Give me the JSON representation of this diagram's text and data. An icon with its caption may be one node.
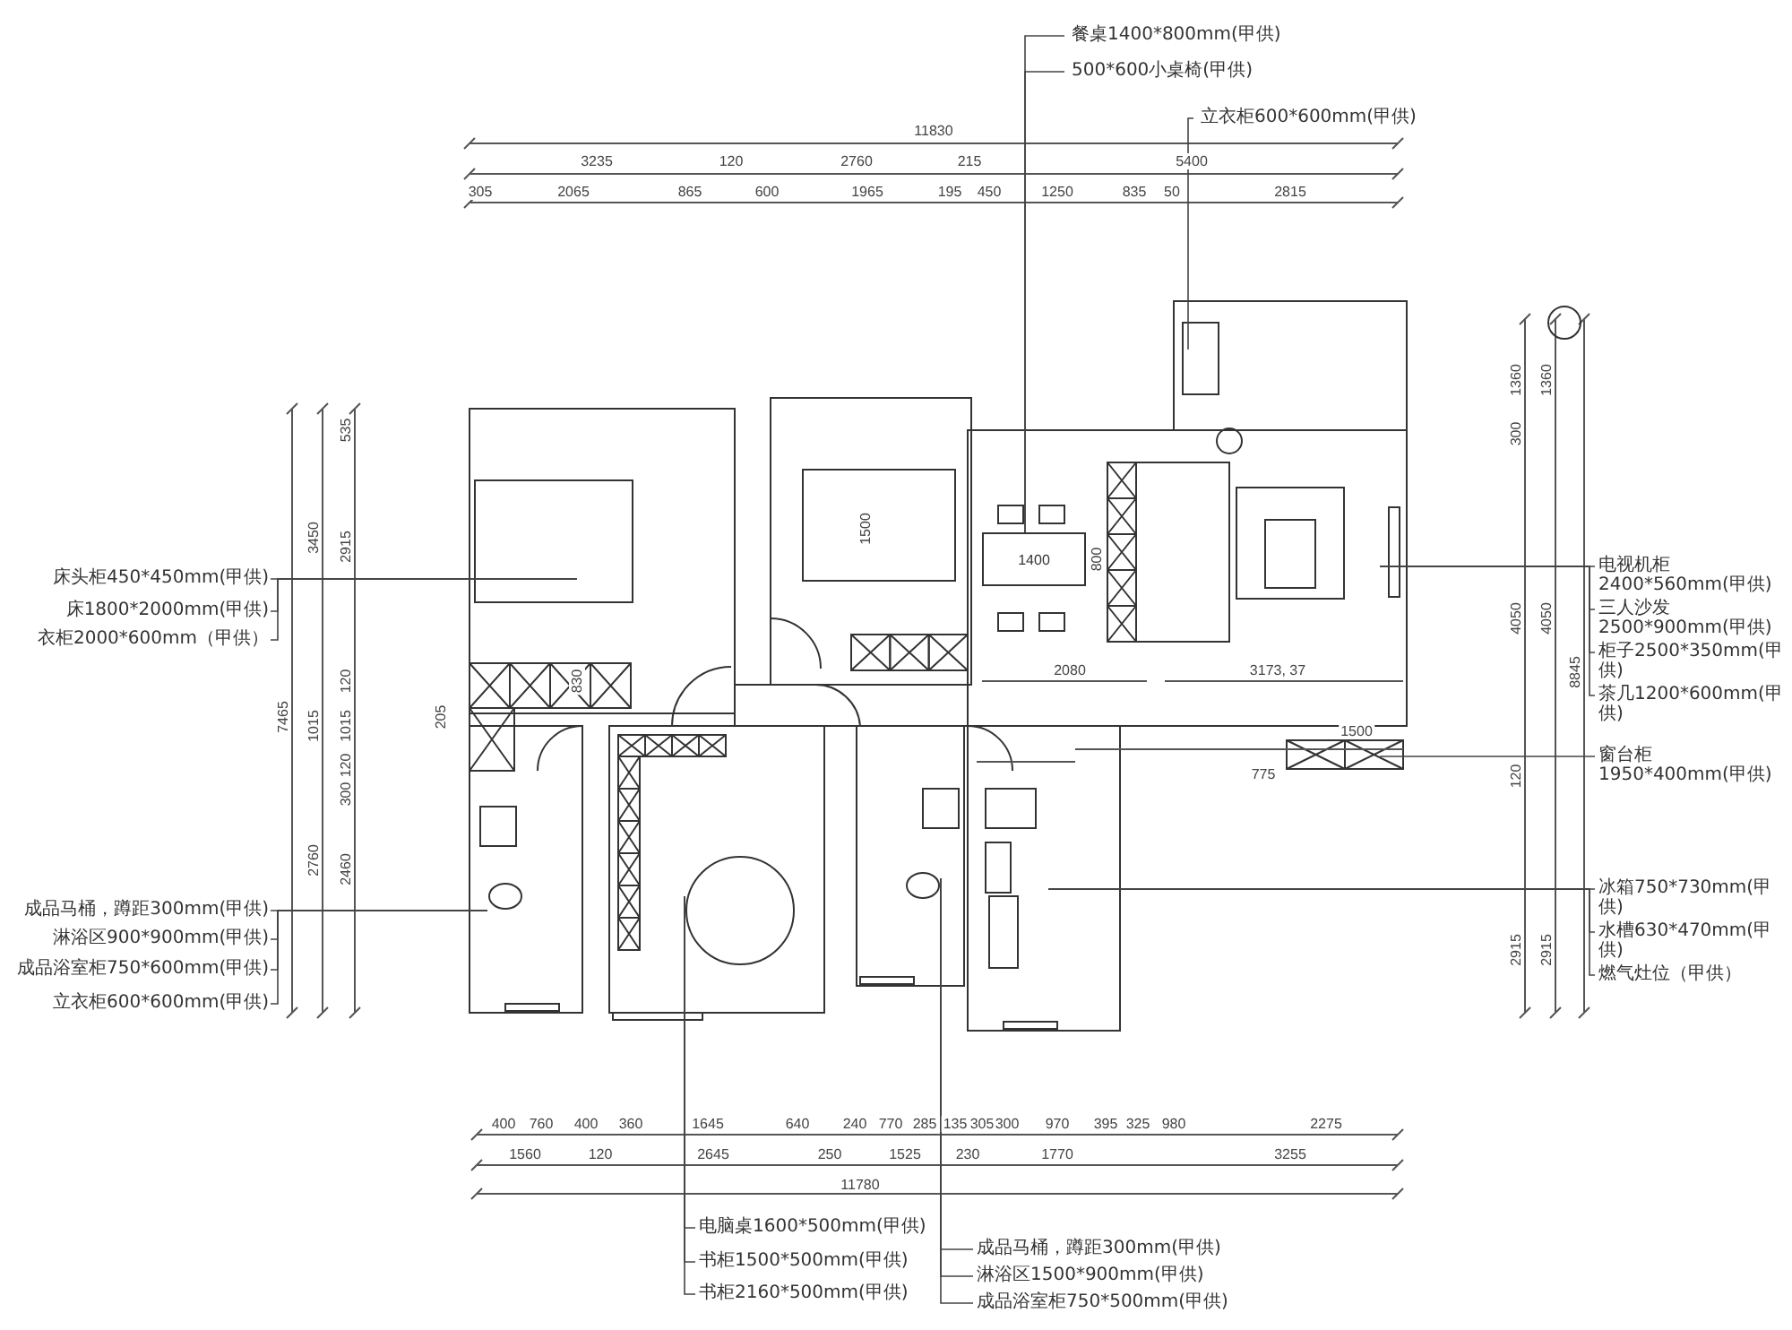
{
  "diagram": {
    "nodes": [
      {
        "text": [
          "餐桌1400*800mm(甲供)"
        ]
      },
      {
        "text": [
          "500*600小桌椅(甲供)"
        ]
      },
      {
        "text": [
          "立衣柜600*600mm(甲供)"
        ]
      },
      {
        "text": [
          "床头柜450*450mm(甲供)"
        ]
      },
      {
        "text": [
          "床1800*2000mm(甲供)"
        ]
      },
      {
        "text": [
          "衣柜2000*600mm（甲供）"
        ]
      },
      {
        "text": [
          "成品马桶，蹲距300mm(甲供)"
        ]
      },
      {
        "text": [
          "淋浴区900*900mm(甲供)"
        ]
      },
      {
        "text": [
          "成品浴室柜750*600mm(甲供)"
        ]
      },
      {
        "text": [
          "立衣柜600*600mm(甲供)"
        ]
      },
      {
        "text": [
          "电视机柜2400*560mm(甲供)"
        ]
      },
      {
        "text": [
          "三人沙发2500*900mm(甲供)"
        ]
      },
      {
        "text": [
          "柜子2500*350mm(甲供)"
        ]
      },
      {
        "text": [
          "茶几1200*600mm(甲供)"
        ]
      },
      {
        "text": [
          "窗台柜1950*400mm(甲供)"
        ]
      },
      {
        "text": [
          "冰箱750*730mm(甲供)"
        ]
      },
      {
        "text": [
          "水槽630*470mm(甲供)"
        ]
      },
      {
        "text": [
          "燃气灶位（甲供）"
        ]
      },
      {
        "text": [
          "电脑桌1600*500mm(甲供)"
        ]
      },
      {
        "text": [
          "书柜1500*500mm(甲供)"
        ]
      },
      {
        "text": [
          "书柜2160*500mm(甲供)"
        ]
      },
      {
        "text": [
          "成品马桶，蹲距300mm(甲供)"
        ]
      },
      {
        "text": [
          "淋浴区1500*900mm(甲供)"
        ]
      },
      {
        "text": [
          "成品浴室柜750*500mm(甲供)"
        ]
      },
      {
        "text": [
          "1400"
        ],
        "beside": [
          "800"
        ]
      }
    ],
    "edges": [
      {
        "from": 0,
        "to": 24,
        "arrow": "none"
      },
      {
        "from": 1,
        "to": 24,
        "arrow": "none"
      },
      {
        "from": 2,
        "to": null,
        "arrow": "none"
      },
      {
        "from": 3,
        "to": null,
        "arrow": "none"
      },
      {
        "from": 4,
        "to": null,
        "arrow": "none"
      },
      {
        "from": 5,
        "to": null,
        "arrow": "none"
      },
      {
        "from": 6,
        "to": null,
        "arrow": "none"
      },
      {
        "from": 7,
        "to": null,
        "arrow": "none"
      },
      {
        "from": 8,
        "to": null,
        "arrow": "none"
      },
      {
        "from": 9,
        "to": null,
        "arrow": "none"
      },
      {
        "from": 10,
        "to": null,
        "arrow": "none"
      },
      {
        "from": 11,
        "to": null,
        "arrow": "none"
      },
      {
        "from": 12,
        "to": null,
        "arrow": "none"
      },
      {
        "from": 13,
        "to": null,
        "arrow": "none"
      },
      {
        "from": 14,
        "to": null,
        "arrow": "none"
      },
      {
        "from": 15,
        "to": null,
        "arrow": "none"
      },
      {
        "from": 16,
        "to": null,
        "arrow": "none"
      },
      {
        "from": 17,
        "to": null,
        "arrow": "none"
      },
      {
        "from": 18,
        "to": null,
        "arrow": "none"
      },
      {
        "from": 19,
        "to": null,
        "arrow": "none"
      },
      {
        "from": 20,
        "to": null,
        "arrow": "none"
      },
      {
        "from": 21,
        "to": null,
        "arrow": "none"
      },
      {
        "from": 22,
        "to": null,
        "arrow": "none"
      },
      {
        "from": 23,
        "to": null,
        "arrow": "none"
      }
    ],
    "labels": [
      "11830",
      "3235",
      "120",
      "2760",
      "215",
      "5400",
      "305",
      "2065",
      "865",
      "600",
      "1965",
      "195",
      "450",
      "1250",
      "835",
      "50",
      "2815",
      "7465",
      "3450",
      "1015",
      "2760",
      "535",
      "2915",
      "120",
      "1015",
      "120",
      "300",
      "2460",
      "205",
      "830",
      "1500",
      "2080",
      "3173, 37",
      "1500",
      "775",
      "1360",
      "300",
      "4050",
      "120",
      "2915",
      "1360",
      "4050",
      "2915",
      "8845",
      "400",
      "760",
      "400",
      "360",
      "1645",
      "640",
      "240",
      "770",
      "285",
      "135",
      "305",
      "300",
      "970",
      "395",
      "325",
      "980",
      "2275",
      "1560",
      "120",
      "2645",
      "250",
      "1525",
      "230",
      "1770",
      "3255",
      "11780"
    ]
  }
}
